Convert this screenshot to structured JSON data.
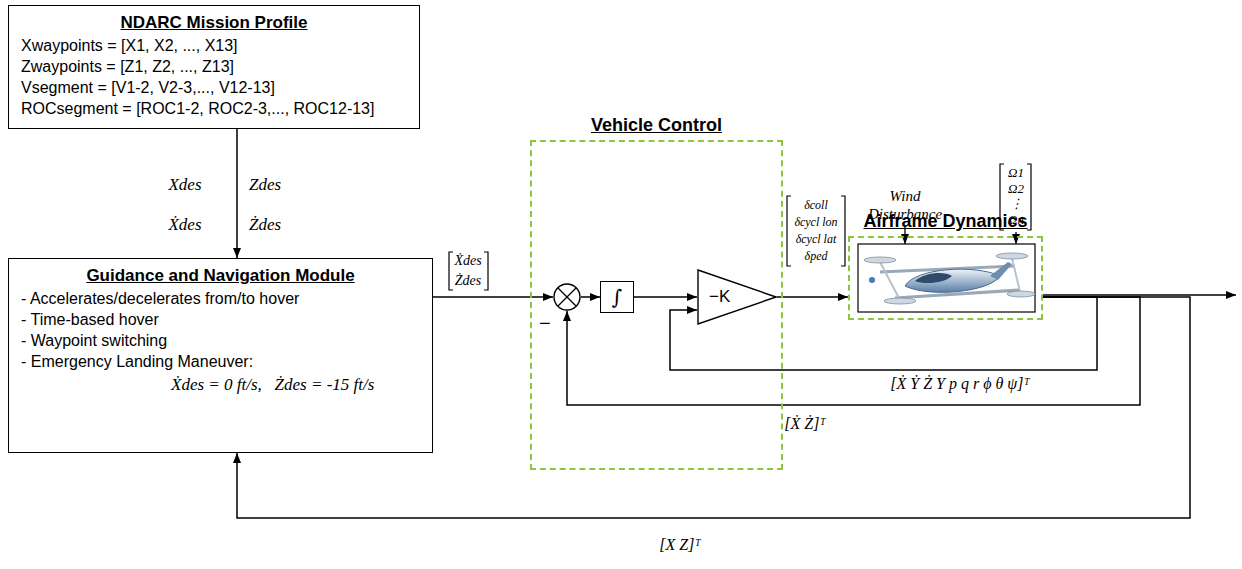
{
  "diagram": {
    "nodes": [
      {
        "text": [
          "NDARC Mission Profile",
          "Xwaypoints = [X1, X2, ..., X13]",
          "Zwaypoints = [Z1, Z2, ..., Z13]",
          "Vsegment = [V1-2, V2-3,..., V12-13]",
          "ROCsegment = [ROC1-2, ROC2-3,..., ROC12-13]"
        ]
      },
      {
        "text": [
          "Guidance and Navigation Module",
          "- Accelerates/decelerates from/to hover",
          "- Time-based hover",
          "- Waypoint switching",
          "- Emergency Landing Maneuver:",
          "Ẋdes = 0 ft/s,   Żdes = -15 ft/s"
        ]
      },
      {
        "text": [
          "Vehicle Control"
        ]
      },
      {
        "text": [
          "−"
        ],
        "in": 2
      },
      {
        "text": [
          "∫"
        ],
        "in": 2
      },
      {
        "text": [
          "−K"
        ],
        "in": 2
      },
      {
        "text": [
          "Airframe Dynamics"
        ]
      }
    ],
    "edges": [
      {
        "from": 0,
        "to": 1,
        "arrow": "to"
      },
      {
        "from": 1,
        "to": 3,
        "arrow": "to"
      },
      {
        "from": 3,
        "to": 4,
        "arrow": "to"
      },
      {
        "from": 4,
        "to": 5,
        "arrow": "to"
      },
      {
        "from": 5,
        "to": 6,
        "arrow": "to"
      },
      {
        "from": 6,
        "to": 5,
        "arrow": "to"
      },
      {
        "from": 6,
        "to": 3,
        "arrow": "to"
      },
      {
        "from": 6,
        "to": 1,
        "arrow": "to"
      }
    ],
    "labels": [
      "Xdes",
      "Zdes",
      "Ẋdes",
      "Żdes",
      "Ẋdes",
      "Żdes",
      "δcoll",
      "δcycl lon",
      "δcycl lat",
      "δped",
      "Wind Disturbance",
      "Ω1",
      "Ω2",
      "⋮",
      "Ωn",
      "[Ẋ Ẏ Ż Y p q r ϕ θ ψ]ᵀ",
      "[Ẋ Ż]ᵀ",
      "[X Z]ᵀ"
    ]
  }
}
